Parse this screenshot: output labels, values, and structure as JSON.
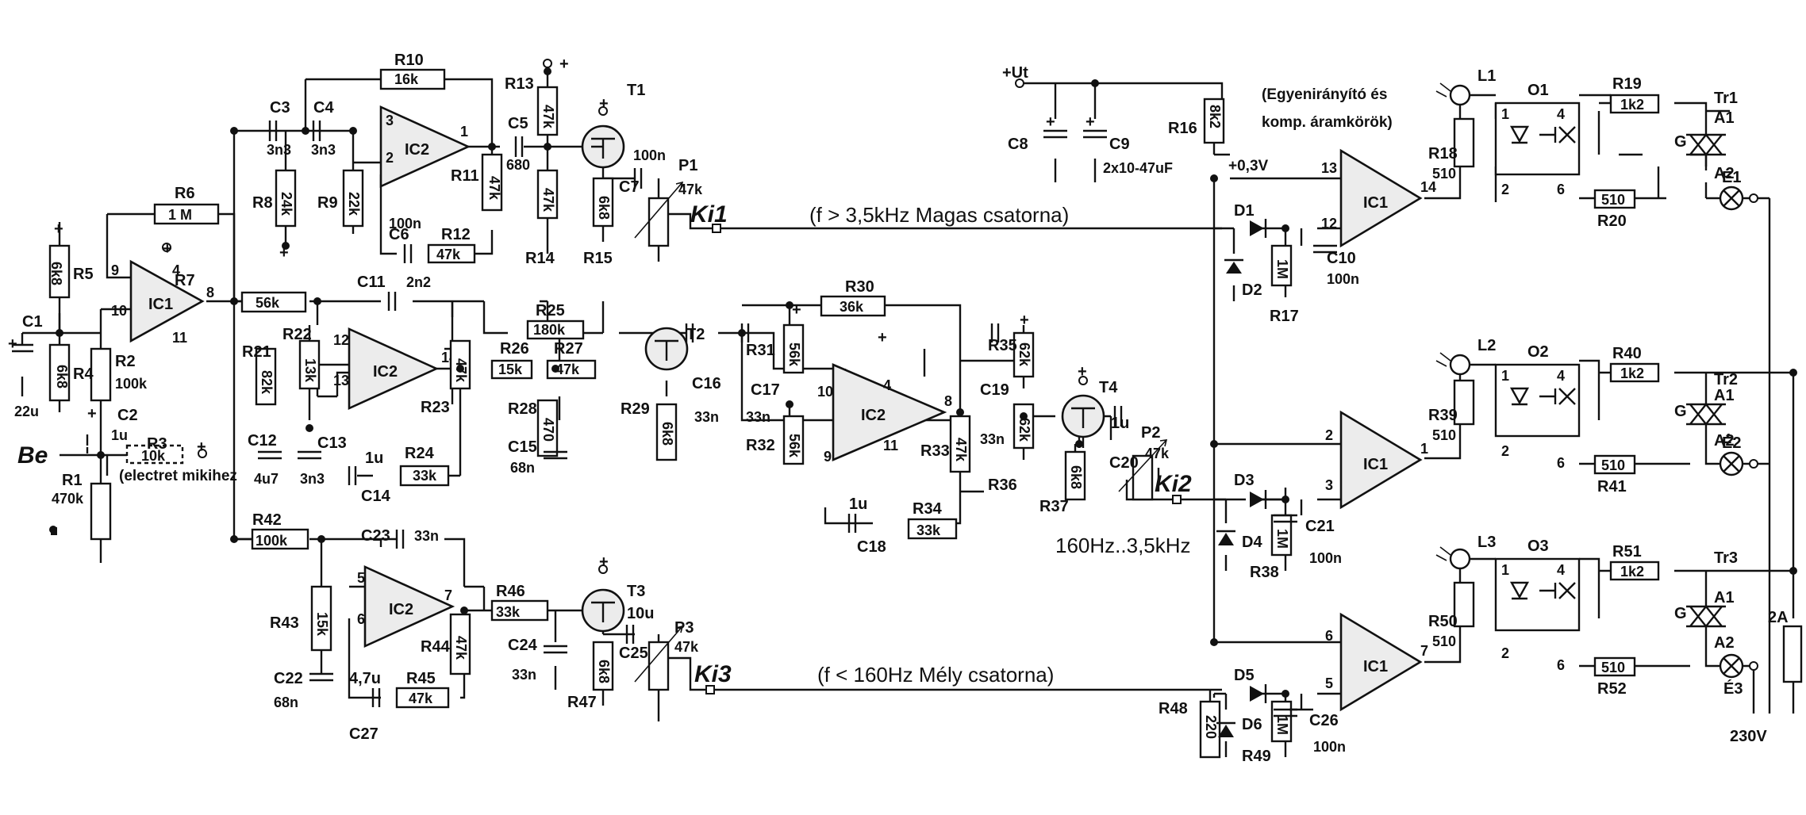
{
  "labels": {
    "input": "Be",
    "out1": "Ki1",
    "out2": "Ki2",
    "out3": "Ki3",
    "supply": "+Ut",
    "mains": "230V",
    "fuse": "2A",
    "offset": "+0,3V",
    "plus": "+",
    "note_top": [
      "(Egyenirányító és",
      "komp. áramkörök)"
    ],
    "note_mic": "(electret mikihez",
    "ch_high": "(f > 3,5kHz      Magas csatorna)",
    "ch_mid": "160Hz..3,5kHz",
    "ch_low": "(f < 160Hz      Mély csatorna)"
  },
  "components": {
    "ic1a": {
      "name": "IC1",
      "pins": [
        "9",
        "10",
        "4",
        "11",
        "8"
      ]
    },
    "ic2a": {
      "name": "IC2",
      "pins": [
        "3",
        "2",
        "1"
      ]
    },
    "ic2b": {
      "name": "IC2",
      "pins": [
        "12",
        "13",
        "14"
      ]
    },
    "ic2c": {
      "name": "IC2",
      "pins": [
        "10",
        "9",
        "4",
        "11",
        "8"
      ]
    },
    "ic2d": {
      "name": "IC2",
      "pins": [
        "5",
        "6",
        "7"
      ]
    },
    "ic1b": {
      "name": "IC1",
      "pins": [
        "13",
        "12",
        "14"
      ]
    },
    "ic1c": {
      "name": "IC1",
      "pins": [
        "2",
        "3",
        "1"
      ]
    },
    "ic1d": {
      "name": "IC1",
      "pins": [
        "6",
        "5",
        "7"
      ]
    },
    "R1": {
      "name": "R1",
      "value": "470k"
    },
    "R2": {
      "name": "R2",
      "value": "100k"
    },
    "R3": {
      "name": "R3",
      "value": "10k"
    },
    "R4": {
      "name": "R4",
      "value": "6k8"
    },
    "R5": {
      "name": "R5",
      "value": "6k8"
    },
    "R6": {
      "name": "R6",
      "value": "1 M"
    },
    "R7": {
      "name": "R7",
      "value": "56k"
    },
    "R8": {
      "name": "R8",
      "value": "24k"
    },
    "R9": {
      "name": "R9",
      "value": "22k"
    },
    "R10": {
      "name": "R10",
      "value": "16k"
    },
    "R11": {
      "name": "R11",
      "value": "47k"
    },
    "R12": {
      "name": "R12",
      "value": "47k"
    },
    "R13": {
      "name": "R13",
      "value": "47k"
    },
    "R14": {
      "name": "R14",
      "value": "47k"
    },
    "R15": {
      "name": "R15",
      "value": "6k8"
    },
    "R16": {
      "name": "R16",
      "value": "8k2"
    },
    "R17": {
      "name": "R17",
      "value": "1M"
    },
    "R18": {
      "name": "R18",
      "value": "510"
    },
    "R19": {
      "name": "R19",
      "value": "1k2"
    },
    "R20": {
      "name": "R20",
      "value": "510"
    },
    "R21": {
      "name": "R21",
      "value": "82k"
    },
    "R22": {
      "name": "R22",
      "value": "13k"
    },
    "R23": {
      "name": "R23",
      "value": "47k"
    },
    "R24": {
      "name": "R24",
      "value": "33k"
    },
    "R25": {
      "name": "R25",
      "value": "180k"
    },
    "R26": {
      "name": "R26",
      "value": "15k"
    },
    "R27": {
      "name": "R27",
      "value": "47k"
    },
    "R28": {
      "name": "R28",
      "value": "470"
    },
    "R29": {
      "name": "R29",
      "value": "6k8"
    },
    "R30": {
      "name": "R30",
      "value": "36k"
    },
    "R31": {
      "name": "R31",
      "value": "56k"
    },
    "R32": {
      "name": "R32",
      "value": "56k"
    },
    "R33": {
      "name": "R33",
      "value": "47k"
    },
    "R34": {
      "name": "R34",
      "value": "33k"
    },
    "R35": {
      "name": "R35",
      "value": "62k"
    },
    "R36": {
      "name": "R36",
      "value": "62k"
    },
    "R37": {
      "name": "R37",
      "value": "6k8"
    },
    "R38": {
      "name": "R38",
      "value": "1M"
    },
    "R39": {
      "name": "R39",
      "value": "510"
    },
    "R40": {
      "name": "R40",
      "value": "1k2"
    },
    "R41": {
      "name": "R41",
      "value": "510"
    },
    "R42": {
      "name": "R42",
      "value": "100k"
    },
    "R43": {
      "name": "R43",
      "value": "15k"
    },
    "R44": {
      "name": "R44",
      "value": "47k"
    },
    "R45": {
      "name": "R45",
      "value": "47k"
    },
    "R46": {
      "name": "R46",
      "value": "33k"
    },
    "R47": {
      "name": "R47",
      "value": "6k8"
    },
    "R48": {
      "name": "R48",
      "value": "220"
    },
    "R49": {
      "name": "R49",
      "value": "1M"
    },
    "R50": {
      "name": "R50",
      "value": "510"
    },
    "R51": {
      "name": "R51",
      "value": "1k2"
    },
    "R52": {
      "name": "R52",
      "value": "510"
    },
    "C1": {
      "name": "C1",
      "value": "22u"
    },
    "C2": {
      "name": "C2",
      "value": "1u"
    },
    "C3": {
      "name": "C3",
      "value": "3n3"
    },
    "C4": {
      "name": "C4",
      "value": "3n3"
    },
    "C5": {
      "name": "C5",
      "value": "680"
    },
    "C6": {
      "name": "C6",
      "value": "100n"
    },
    "C7": {
      "name": "C7",
      "value": "100n"
    },
    "C8": {
      "name": "C8",
      "value": ""
    },
    "C9": {
      "name": "C9",
      "value": "2x10-47uF"
    },
    "C10": {
      "name": "C10",
      "value": "100n"
    },
    "C11": {
      "name": "C11",
      "value": "2n2"
    },
    "C12": {
      "name": "C12",
      "value": "4u7"
    },
    "C13": {
      "name": "C13",
      "value": "3n3"
    },
    "C14": {
      "name": "C14",
      "value": "1u"
    },
    "C15": {
      "name": "C15",
      "value": "68n"
    },
    "C16": {
      "name": "C16",
      "value": "33n"
    },
    "C17": {
      "name": "C17",
      "value": "33n"
    },
    "C18": {
      "name": "C18",
      "value": "1u"
    },
    "C19": {
      "name": "C19",
      "value": "33n"
    },
    "C20": {
      "name": "C20",
      "value": "1u"
    },
    "C21": {
      "name": "C21",
      "value": "100n"
    },
    "C22": {
      "name": "C22",
      "value": "68n"
    },
    "C23": {
      "name": "C23",
      "value": "33n"
    },
    "C24": {
      "name": "C24",
      "value": "33n"
    },
    "C25": {
      "name": "C25",
      "value": "10u"
    },
    "C26": {
      "name": "C26",
      "value": "100n"
    },
    "C27": {
      "name": "C27",
      "value": "4,7u"
    },
    "P1": {
      "name": "P1",
      "value": "47k"
    },
    "P2": {
      "name": "P2",
      "value": "47k"
    },
    "P3": {
      "name": "P3",
      "value": "47k"
    },
    "T1": "T1",
    "T2": "T2",
    "T3": "T3",
    "T4": "T4",
    "D1": "D1",
    "D2": "D2",
    "D3": "D3",
    "D4": "D4",
    "D5": "D5",
    "D6": "D6",
    "L1": "L1",
    "L2": "L2",
    "L3": "L3",
    "O1": {
      "name": "O1",
      "pins": [
        "1",
        "4",
        "2",
        "6"
      ]
    },
    "O2": {
      "name": "O2",
      "pins": [
        "1",
        "4",
        "2",
        "6"
      ]
    },
    "O3": {
      "name": "O3",
      "pins": [
        "1",
        "4",
        "2",
        "6"
      ]
    },
    "Tr1": {
      "name": "Tr1",
      "gate": "G",
      "a1": "A1",
      "a2": "A2"
    },
    "Tr2": {
      "name": "Tr2",
      "gate": "G",
      "a1": "A1",
      "a2": "A2"
    },
    "Tr3": {
      "name": "Tr3",
      "gate": "G",
      "a1": "A1",
      "a2": "A2"
    },
    "E1": "É1",
    "E2": "É2",
    "E3": "É3"
  }
}
